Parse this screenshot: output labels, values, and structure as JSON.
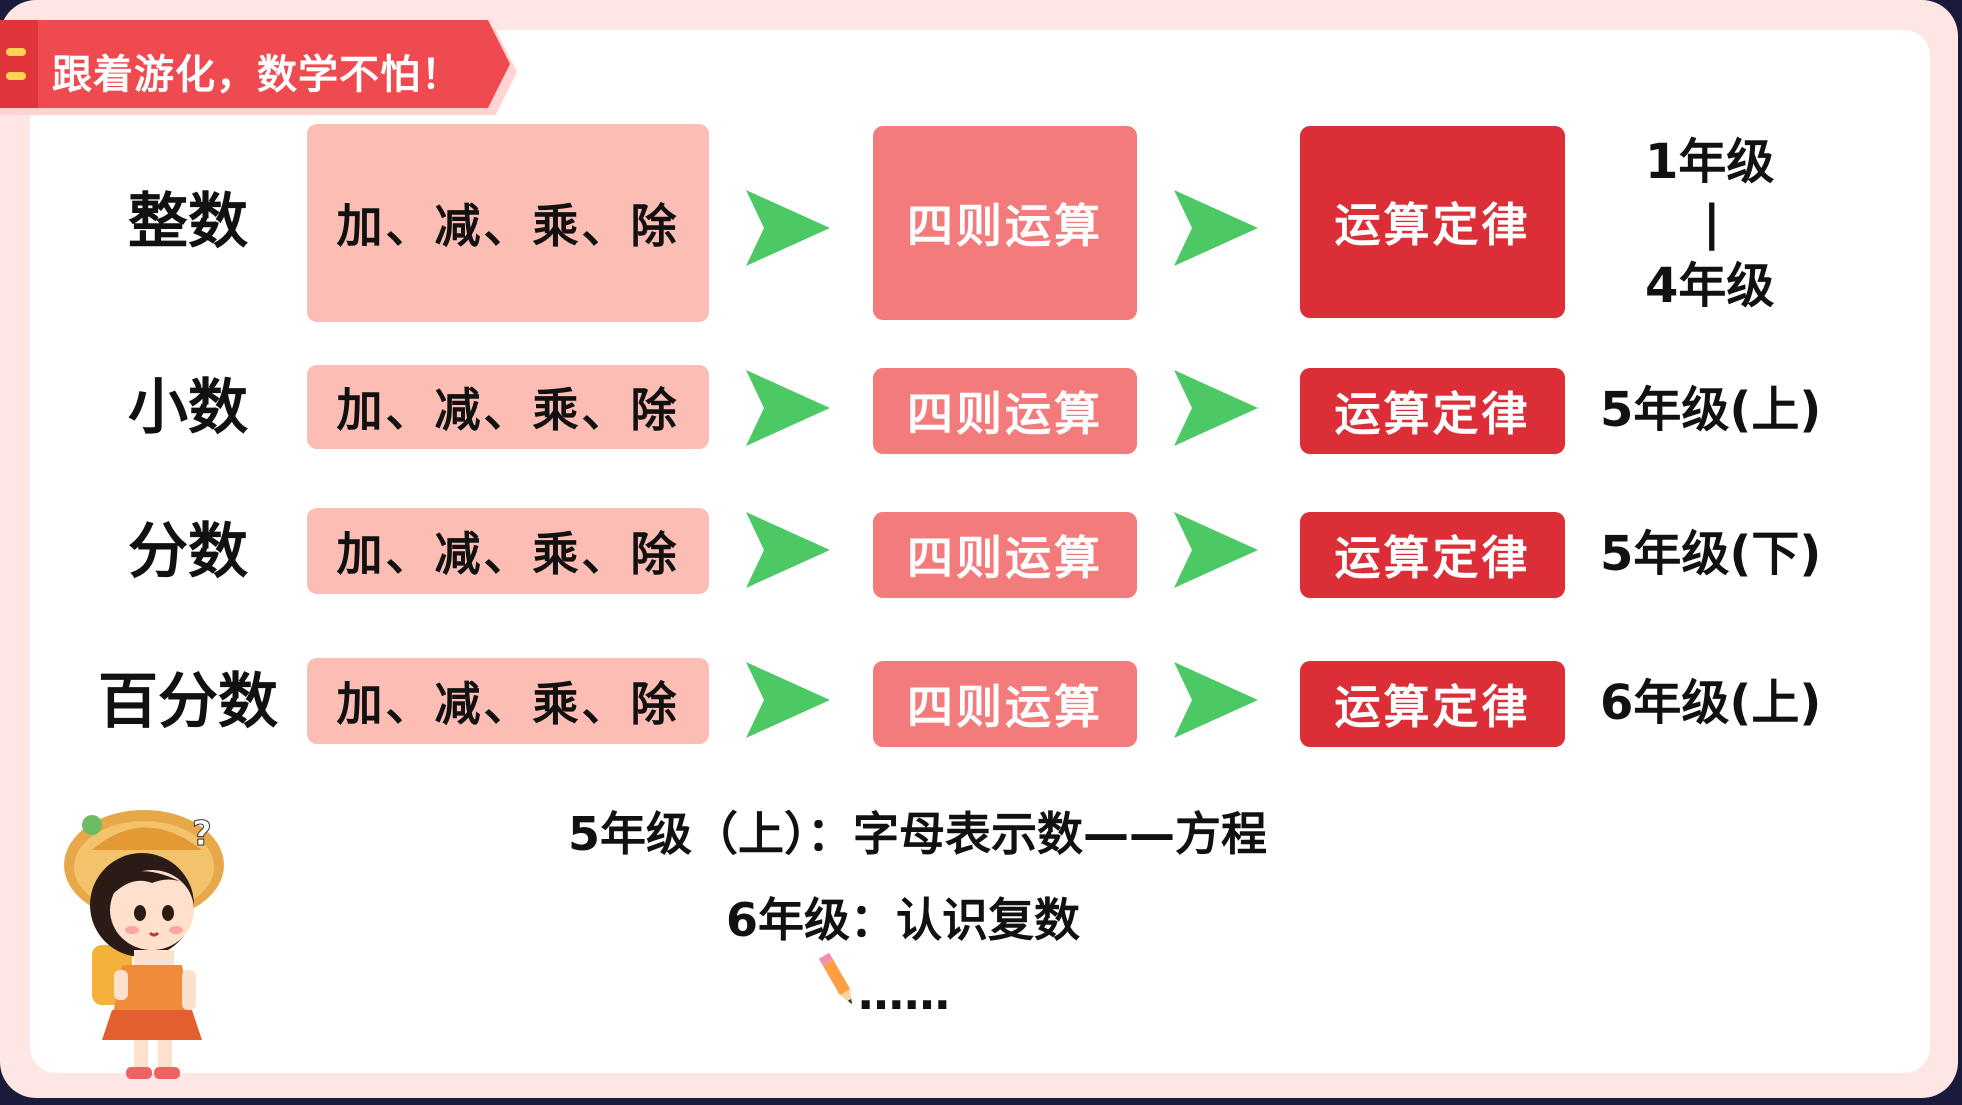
{
  "banner": {
    "text": "跟着游化，数学不怕！",
    "color": "#ef4a50"
  },
  "rows": [
    {
      "label": "整数",
      "ops": "加、减、乘、除",
      "four": "四则运算",
      "law": "运算定律",
      "grade_top": "1年级",
      "grade_sep": "|",
      "grade_bottom": "4年级"
    },
    {
      "label": "小数",
      "ops": "加、减、乘、除",
      "four": "四则运算",
      "law": "运算定律",
      "grade": "5年级(上)"
    },
    {
      "label": "分数",
      "ops": "加、减、乘、除",
      "four": "四则运算",
      "law": "运算定律",
      "grade": "5年级(下)"
    },
    {
      "label": "百分数",
      "ops": "加、减、乘、除",
      "four": "四则运算",
      "law": "运算定律",
      "grade": "6年级(上)"
    }
  ],
  "notes": {
    "line1": "5年级（上）：字母表示数——方程",
    "line2": "6年级：认识复数",
    "line3": "……"
  },
  "colors": {
    "ops_box": "#fcbdb4",
    "four_box": "#f47b7b",
    "law_box": "#db2e37",
    "arrow": "#4cc864",
    "frame": "#fde6e3"
  },
  "icons": [
    "arrow-right-icon",
    "girl-illustration",
    "pencil-icon"
  ]
}
